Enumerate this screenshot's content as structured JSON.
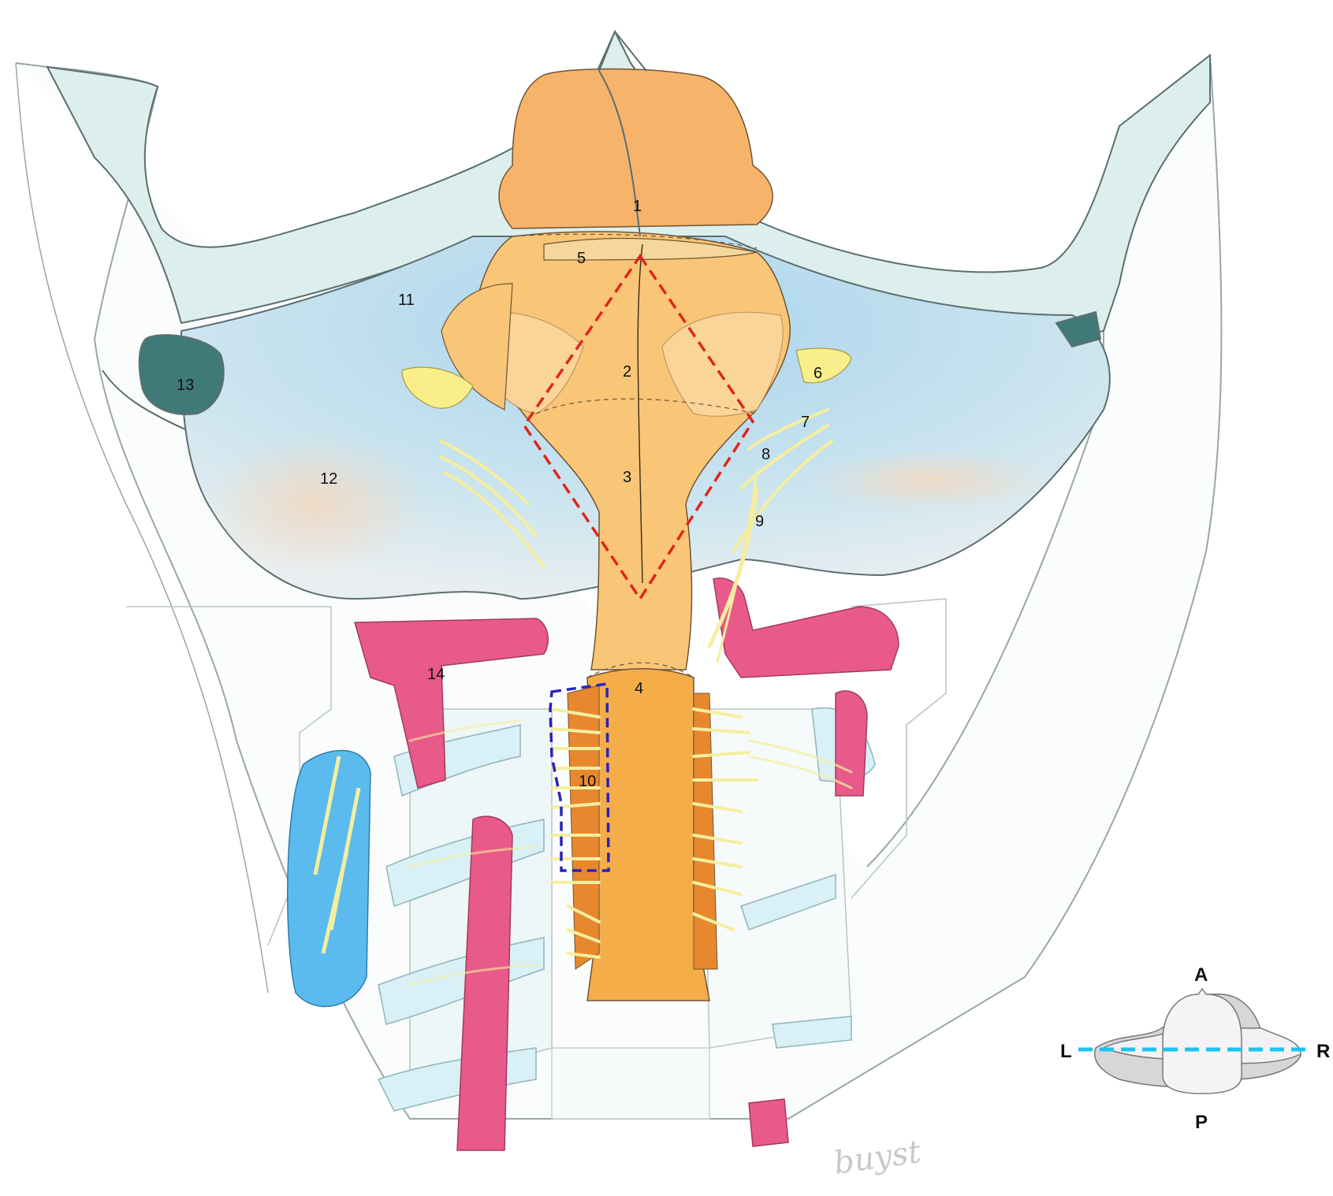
{
  "labels": [
    "1",
    "2",
    "3",
    "4",
    "5",
    "6",
    "7",
    "8",
    "9",
    "10",
    "11",
    "12",
    "13",
    "14"
  ],
  "orientation": {
    "anterior": "A",
    "posterior": "P",
    "left": "L",
    "right": "R"
  },
  "signature": "buyst",
  "colors": {
    "brainstem": "#f7b36a",
    "medulla_light": "#f9c677",
    "spinal_cord": "#f5ad4a",
    "ventral_rootlets": "#e8882e",
    "nerve": "#f5ee9e",
    "fossa": "#b9dcef",
    "bone": "#dcefec",
    "sinus": "#3f7a78",
    "artery": "#e85a8a",
    "vein": "#5bbbef",
    "diamond_outline": "#e0251c",
    "dashed_region": "#2a23b8",
    "axis_line": "#1ec3ee"
  }
}
